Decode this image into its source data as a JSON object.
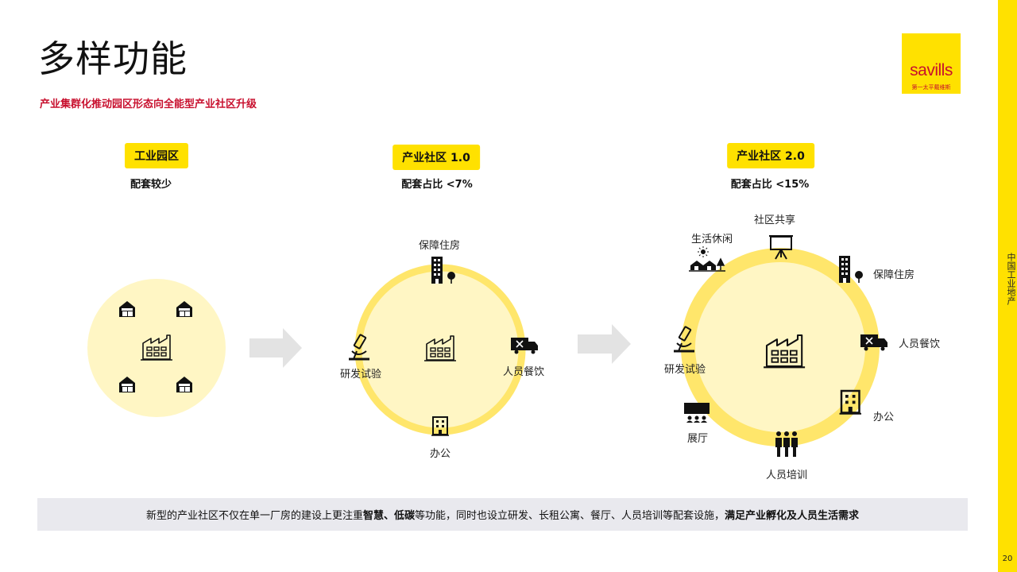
{
  "title": "多样功能",
  "subtitle": "产业集群化推动园区形态向全能型产业社区升级",
  "logo": {
    "word": "savills",
    "sub": "第一太平戴维斯"
  },
  "side": {
    "text": "中国工业地产",
    "page_number": "20"
  },
  "stages": [
    {
      "tag": "工业园区",
      "note": "配套较少"
    },
    {
      "tag": "产业社区 1.0",
      "note": "配套占比 <7%"
    },
    {
      "tag": "产业社区 2.0",
      "note": "配套占比 <15%"
    }
  ],
  "stage2_labels": {
    "housing": "保障住房",
    "rnd": "研发试验",
    "catering": "人员餐饮",
    "office": "办公"
  },
  "stage3_labels": {
    "sharing": "社区共享",
    "leisure": "生活休闲",
    "housing": "保障住房",
    "catering": "人员餐饮",
    "rnd": "研发试验",
    "office": "办公",
    "exhibition": "展厅",
    "training": "人员培训"
  },
  "bottom": {
    "part1": "新型的产业社区不仅在单一厂房的建设上更注重",
    "bold1": "智慧、低碳",
    "part2": "等功能，同时也设立研发、长租公寓、餐厅、人员培训等配套设施，",
    "bold2": "满足产业孵化及人员生活需求"
  },
  "colors": {
    "accent_yellow": "#ffe100",
    "circle_fill": "#fff6c4",
    "ring_yellow": "#ffe66b",
    "subtitle_red": "#c8102e",
    "arrow_gray": "#e3e3e3"
  }
}
